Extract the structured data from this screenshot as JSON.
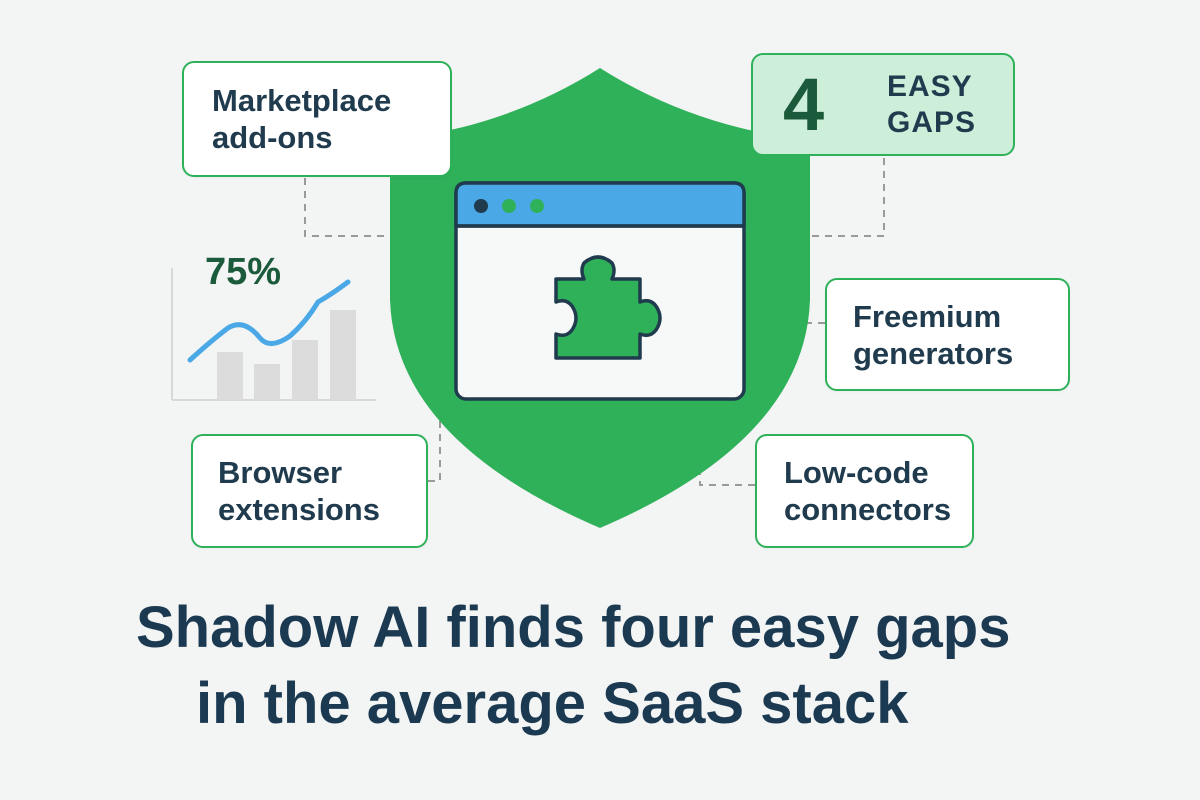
{
  "callouts": {
    "marketplace": "Marketplace\nadd-ons",
    "freemium": "Freemium\ngenerators",
    "browser": "Browser\nextensions",
    "lowcode": "Low-code\nconnectors"
  },
  "badge": {
    "number": "4",
    "label": "EASY\nGAPS"
  },
  "stat": {
    "percent": "75%"
  },
  "headline": {
    "line1": "Shadow AI finds four easy gaps",
    "line2": "in the average SaaS stack"
  },
  "colors": {
    "shield": "#2fb15a",
    "browser_bar": "#4aa8e6",
    "puzzle": "#2fb15a",
    "accent_dark": "#1b5a3a",
    "badge_bg": "#cdeed9",
    "headline": "#1b3a52",
    "chart_line": "#4aa8e6",
    "chart_bars": "#dcdcdc"
  },
  "icons": {
    "shield": "shield-icon",
    "browser_window": "browser-window-icon",
    "puzzle": "puzzle-piece-icon",
    "mini_chart": "trend-chart-icon"
  }
}
